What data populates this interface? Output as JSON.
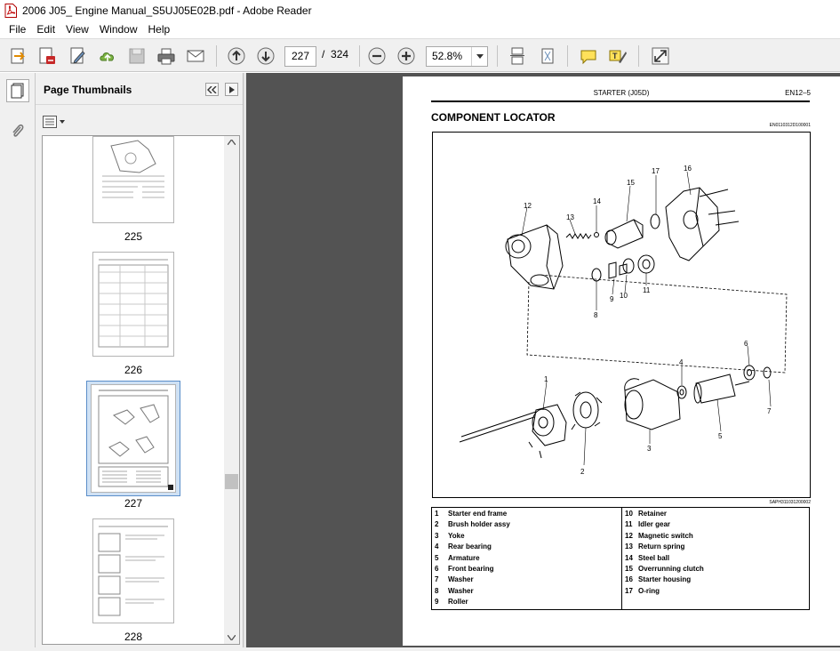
{
  "window": {
    "title": "2006 J05_ Engine Manual_S5UJ05E02B.pdf - Adobe Reader"
  },
  "menu": [
    "File",
    "Edit",
    "View",
    "Window",
    "Help"
  ],
  "toolbar": {
    "current_page": "227",
    "page_separator": "/",
    "total_pages": "324",
    "zoom": "52.8%"
  },
  "panel": {
    "title": "Page Thumbnails",
    "thumbnails": [
      {
        "label": "225",
        "selected": false
      },
      {
        "label": "226",
        "selected": false
      },
      {
        "label": "227",
        "selected": true
      },
      {
        "label": "228",
        "selected": false
      }
    ]
  },
  "document": {
    "header_center": "STARTER (J05D)",
    "header_right": "EN12–5",
    "heading": "COMPONENT LOCATOR",
    "doc_code": "EN0110312D100001",
    "figure_code": "SAPH311031200002",
    "callouts": [
      "1",
      "2",
      "3",
      "4",
      "5",
      "6",
      "7",
      "8",
      "9",
      "10",
      "11",
      "12",
      "13",
      "14",
      "15",
      "16",
      "17"
    ],
    "legend_left": [
      {
        "num": "1",
        "name": "Starter end frame"
      },
      {
        "num": "2",
        "name": "Brush holder assy"
      },
      {
        "num": "3",
        "name": "Yoke"
      },
      {
        "num": "4",
        "name": "Rear bearing"
      },
      {
        "num": "5",
        "name": "Armature"
      },
      {
        "num": "6",
        "name": "Front bearing"
      },
      {
        "num": "7",
        "name": "Washer"
      },
      {
        "num": "8",
        "name": "Washer"
      },
      {
        "num": "9",
        "name": "Roller"
      }
    ],
    "legend_right": [
      {
        "num": "10",
        "name": "Retainer"
      },
      {
        "num": "11",
        "name": "Idler gear"
      },
      {
        "num": "12",
        "name": "Magnetic switch"
      },
      {
        "num": "13",
        "name": "Return spring"
      },
      {
        "num": "14",
        "name": "Steel ball"
      },
      {
        "num": "15",
        "name": "Overrunning clutch"
      },
      {
        "num": "16",
        "name": "Starter housing"
      },
      {
        "num": "17",
        "name": "O-ring"
      }
    ]
  }
}
